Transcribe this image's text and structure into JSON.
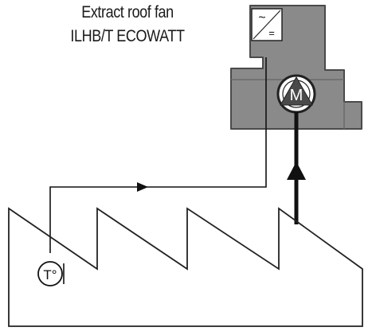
{
  "title": {
    "line1": "Extract roof fan",
    "line2": "ILHB/T ECOWATT"
  },
  "labels": {
    "motor": "M",
    "sensor": "T°",
    "converter_top": "~",
    "converter_bottom": "="
  },
  "colors": {
    "line": "#111111",
    "fan_fill": "#8a8a8a",
    "fan_stroke": "#4a4a4a",
    "converter_fill": "#ffffff"
  },
  "icons": {
    "motor": "motor-circle-icon",
    "sensor": "temperature-sensor-icon",
    "converter": "frequency-converter-icon",
    "flow_arrow": "arrow-right-icon",
    "airflow_arrow": "arrow-up-icon"
  }
}
